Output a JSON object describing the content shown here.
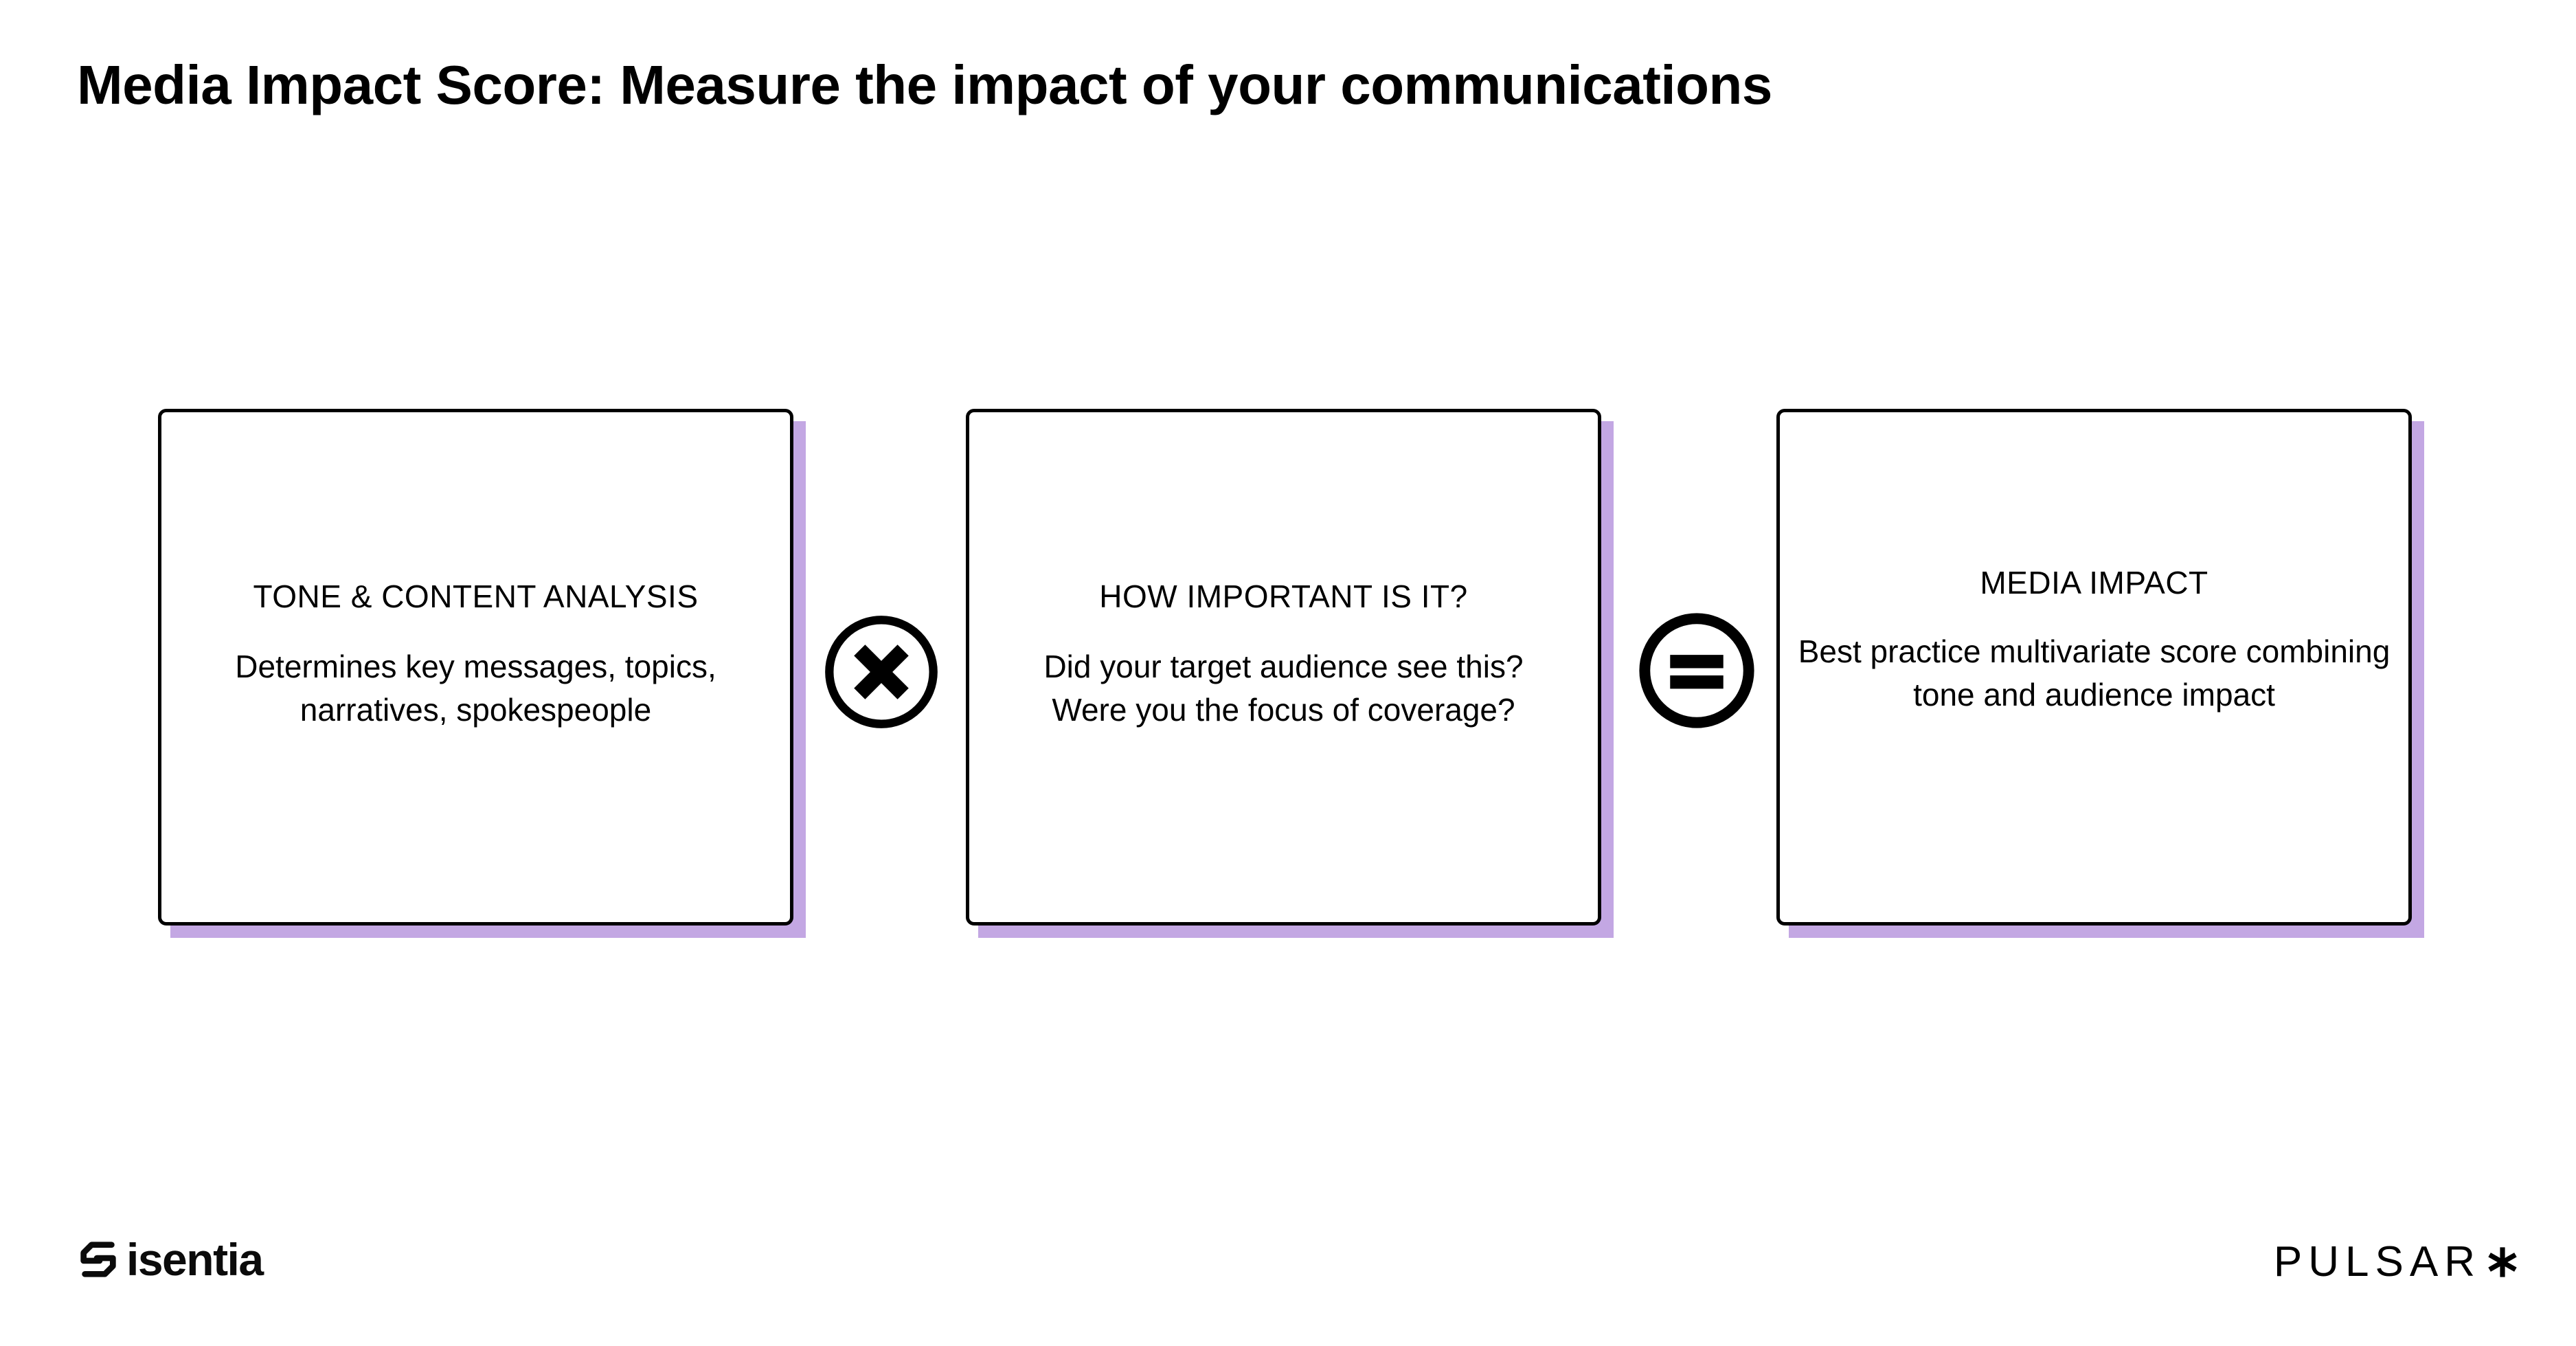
{
  "page": {
    "title": "Media Impact Score: Measure the impact of your communications",
    "background_color": "#ffffff",
    "accent_color": "#c3a7e3",
    "border_color": "#000000"
  },
  "diagram": {
    "type": "formula-cards",
    "cards": [
      {
        "id": "tone-content-analysis",
        "title": "TONE & CONTENT ANALYSIS",
        "body": "Determines key messages, topics, narratives, spokespeople"
      },
      {
        "id": "how-important-is-it",
        "title": "HOW IMPORTANT IS IT?",
        "body_line1": "Did your target audience see this?",
        "body_line2": "Were you the focus of coverage?"
      },
      {
        "id": "media-impact",
        "title": "MEDIA IMPACT",
        "body": "Best practice multivariate score combining tone and audience impact"
      }
    ],
    "operators": [
      {
        "id": "multiply",
        "icon": "circle-times-icon",
        "symbol": "×"
      },
      {
        "id": "equals",
        "icon": "circle-equals-icon",
        "symbol": "="
      }
    ]
  },
  "footer": {
    "left_logo": {
      "mark": "isentia-mark-icon",
      "wordmark": "isentia"
    },
    "right_logo": {
      "wordmark": "PULSAR",
      "mark": "asterisk-icon"
    }
  }
}
